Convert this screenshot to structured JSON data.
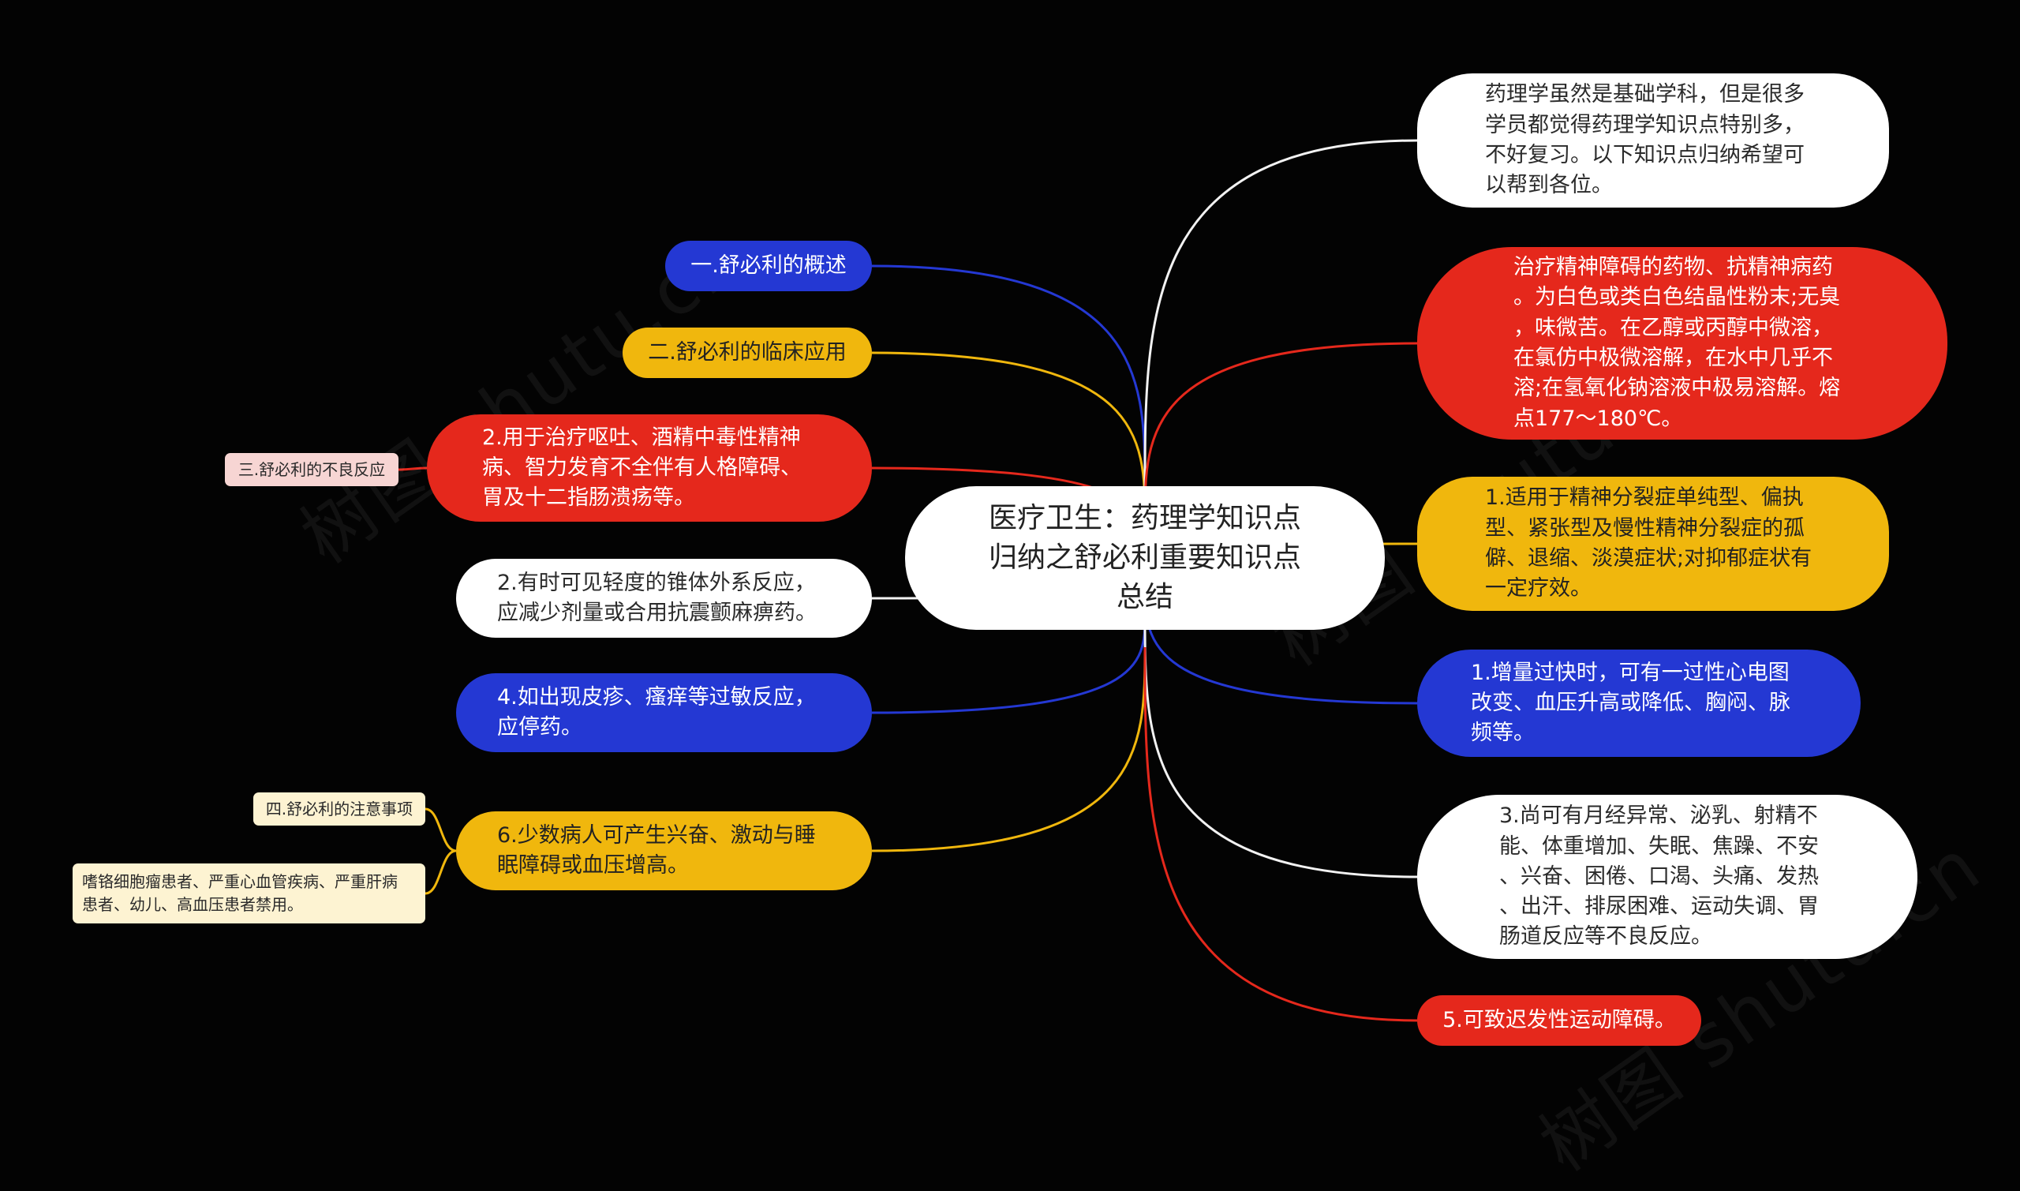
{
  "diagram": {
    "root": {
      "text": "医疗卫生：药理学知识点\n归纳之舒必利重要知识点\n总结"
    },
    "left": [
      {
        "text": "一.舒必利的概述",
        "color": "#2438d3"
      },
      {
        "text": "二.舒必利的临床应用",
        "color": "#f0b70d"
      },
      {
        "text": "2.用于治疗呕吐、酒精中毒性精神\n病、智力发育不全伴有人格障碍、\n胃及十二指肠溃疡等。",
        "color": "#e5281c",
        "leaf": "三.舒必利的不良反应"
      },
      {
        "text": "2.有时可见轻度的锥体外系反应，\n应减少剂量或合用抗震颤麻痹药。",
        "color": "#ffffff"
      },
      {
        "text": "4.如出现皮疹、瘙痒等过敏反应，\n应停药。",
        "color": "#2438d3"
      },
      {
        "text": "6.少数病人可产生兴奋、激动与睡\n眠障碍或血压增高。",
        "color": "#f0b70d",
        "leaves": [
          "四.舒必利的注意事项",
          "嗜铬细胞瘤患者、严重心血管疾病、严重肝病\n患者、幼儿、高血压患者禁用。"
        ]
      }
    ],
    "right": [
      {
        "text": "药理学虽然是基础学科，但是很多\n学员都觉得药理学知识点特别多，\n不好复习。以下知识点归纳希望可\n以帮到各位。",
        "color": "#ffffff"
      },
      {
        "text": "治疗精神障碍的药物、抗精神病药\n。为白色或类白色结晶性粉末;无臭\n，味微苦。在乙醇或丙醇中微溶，\n在氯仿中极微溶解，在水中几乎不\n溶;在氢氧化钠溶液中极易溶解。熔\n点177～180℃。",
        "color": "#e5281c"
      },
      {
        "text": "1.适用于精神分裂症单纯型、偏执\n型、紧张型及慢性精神分裂症的孤\n僻、退缩、淡漠症状;对抑郁症状有\n一定疗效。",
        "color": "#f0b70d"
      },
      {
        "text": "1.增量过快时，可有一过性心电图\n改变、血压升高或降低、胸闷、脉\n频等。",
        "color": "#2438d3"
      },
      {
        "text": "3.尚可有月经异常、泌乳、射精不\n能、体重增加、失眠、焦躁、不安\n、兴奋、困倦、口渴、头痛、发热\n、出汗、排尿困难、运动失调、胃\n肠道反应等不良反应。",
        "color": "#ffffff"
      },
      {
        "text": "5.可致迟发性运动障碍。",
        "color": "#e5281c"
      }
    ]
  }
}
